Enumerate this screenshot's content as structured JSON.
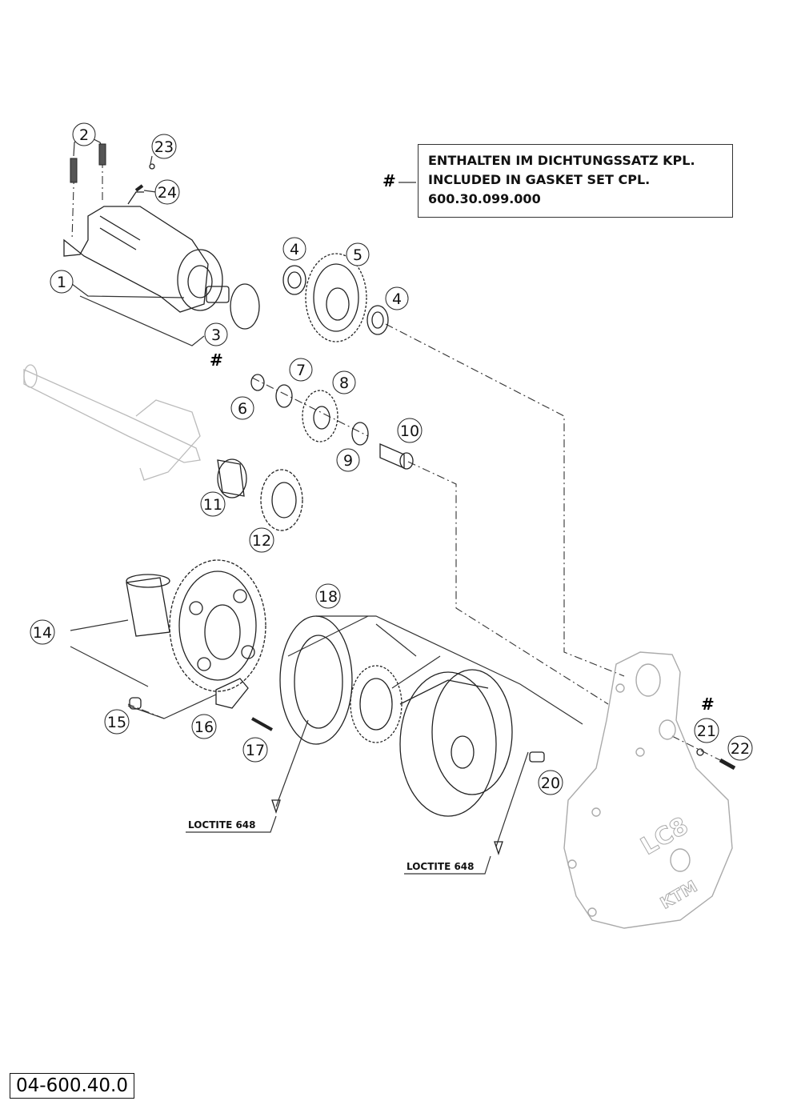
{
  "note": {
    "line1": "ENTHALTEN IM DICHTUNGSSATZ KPL.",
    "line2": "INCLUDED IN GASKET SET CPL.",
    "line3": "600.30.099.000",
    "marker": "#"
  },
  "callouts": [
    {
      "id": "c1",
      "text": "1"
    },
    {
      "id": "c2",
      "text": "2"
    },
    {
      "id": "c3",
      "text": "3"
    },
    {
      "id": "c4a",
      "text": "4"
    },
    {
      "id": "c4b",
      "text": "4"
    },
    {
      "id": "c5",
      "text": "5"
    },
    {
      "id": "c6",
      "text": "6"
    },
    {
      "id": "c7",
      "text": "7"
    },
    {
      "id": "c8",
      "text": "8"
    },
    {
      "id": "c9",
      "text": "9"
    },
    {
      "id": "c10",
      "text": "10"
    },
    {
      "id": "c11",
      "text": "11"
    },
    {
      "id": "c12",
      "text": "12"
    },
    {
      "id": "c14",
      "text": "14"
    },
    {
      "id": "c15",
      "text": "15"
    },
    {
      "id": "c16",
      "text": "16"
    },
    {
      "id": "c17",
      "text": "17"
    },
    {
      "id": "c18",
      "text": "18"
    },
    {
      "id": "c20",
      "text": "20"
    },
    {
      "id": "c21",
      "text": "21"
    },
    {
      "id": "c22",
      "text": "22"
    },
    {
      "id": "c23",
      "text": "23"
    },
    {
      "id": "c24",
      "text": "24"
    }
  ],
  "hash_marks": {
    "part3": "#",
    "part21": "#"
  },
  "loctite_left": "LOCTITE 648",
  "loctite_right": "LOCTITE 648",
  "engine_cover_logo": "LC8",
  "engine_cover_brand": "KTM",
  "reference": "04-600.40.0"
}
